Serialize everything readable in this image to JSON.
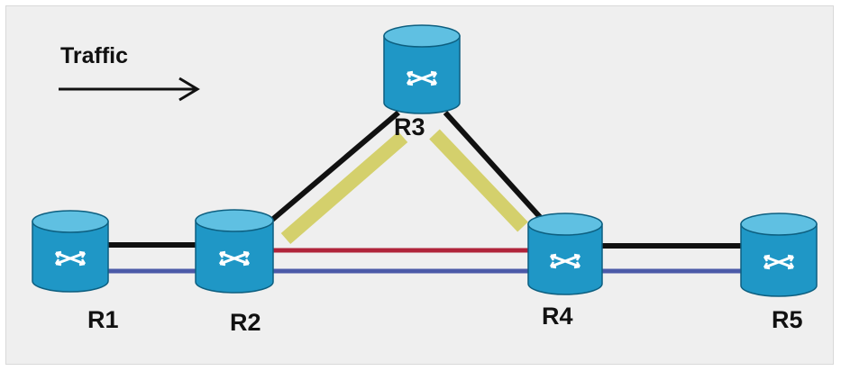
{
  "diagram": {
    "traffic_label": "Traffic",
    "routers": [
      {
        "id": "R1",
        "label": "R1"
      },
      {
        "id": "R2",
        "label": "R2"
      },
      {
        "id": "R3",
        "label": "R3"
      },
      {
        "id": "R4",
        "label": "R4"
      },
      {
        "id": "R5",
        "label": "R5"
      }
    ],
    "links": [
      {
        "from": "R1",
        "to": "R2",
        "style": "black"
      },
      {
        "from": "R2",
        "to": "R4",
        "style": "red"
      },
      {
        "from": "R4",
        "to": "R5",
        "style": "black"
      },
      {
        "from": "R1",
        "to": "R5",
        "style": "blue"
      },
      {
        "from": "R2",
        "to": "R3",
        "style": "black-with-highlight"
      },
      {
        "from": "R3",
        "to": "R4",
        "style": "black-with-highlight"
      }
    ],
    "colors": {
      "background": "#efefef",
      "router_body": "#1f97c6",
      "router_top": "#5fc0e2",
      "link_black": "#111111",
      "link_red": "#b0243a",
      "link_blue": "#4b5aa8",
      "highlight": "#d4d06c"
    }
  }
}
